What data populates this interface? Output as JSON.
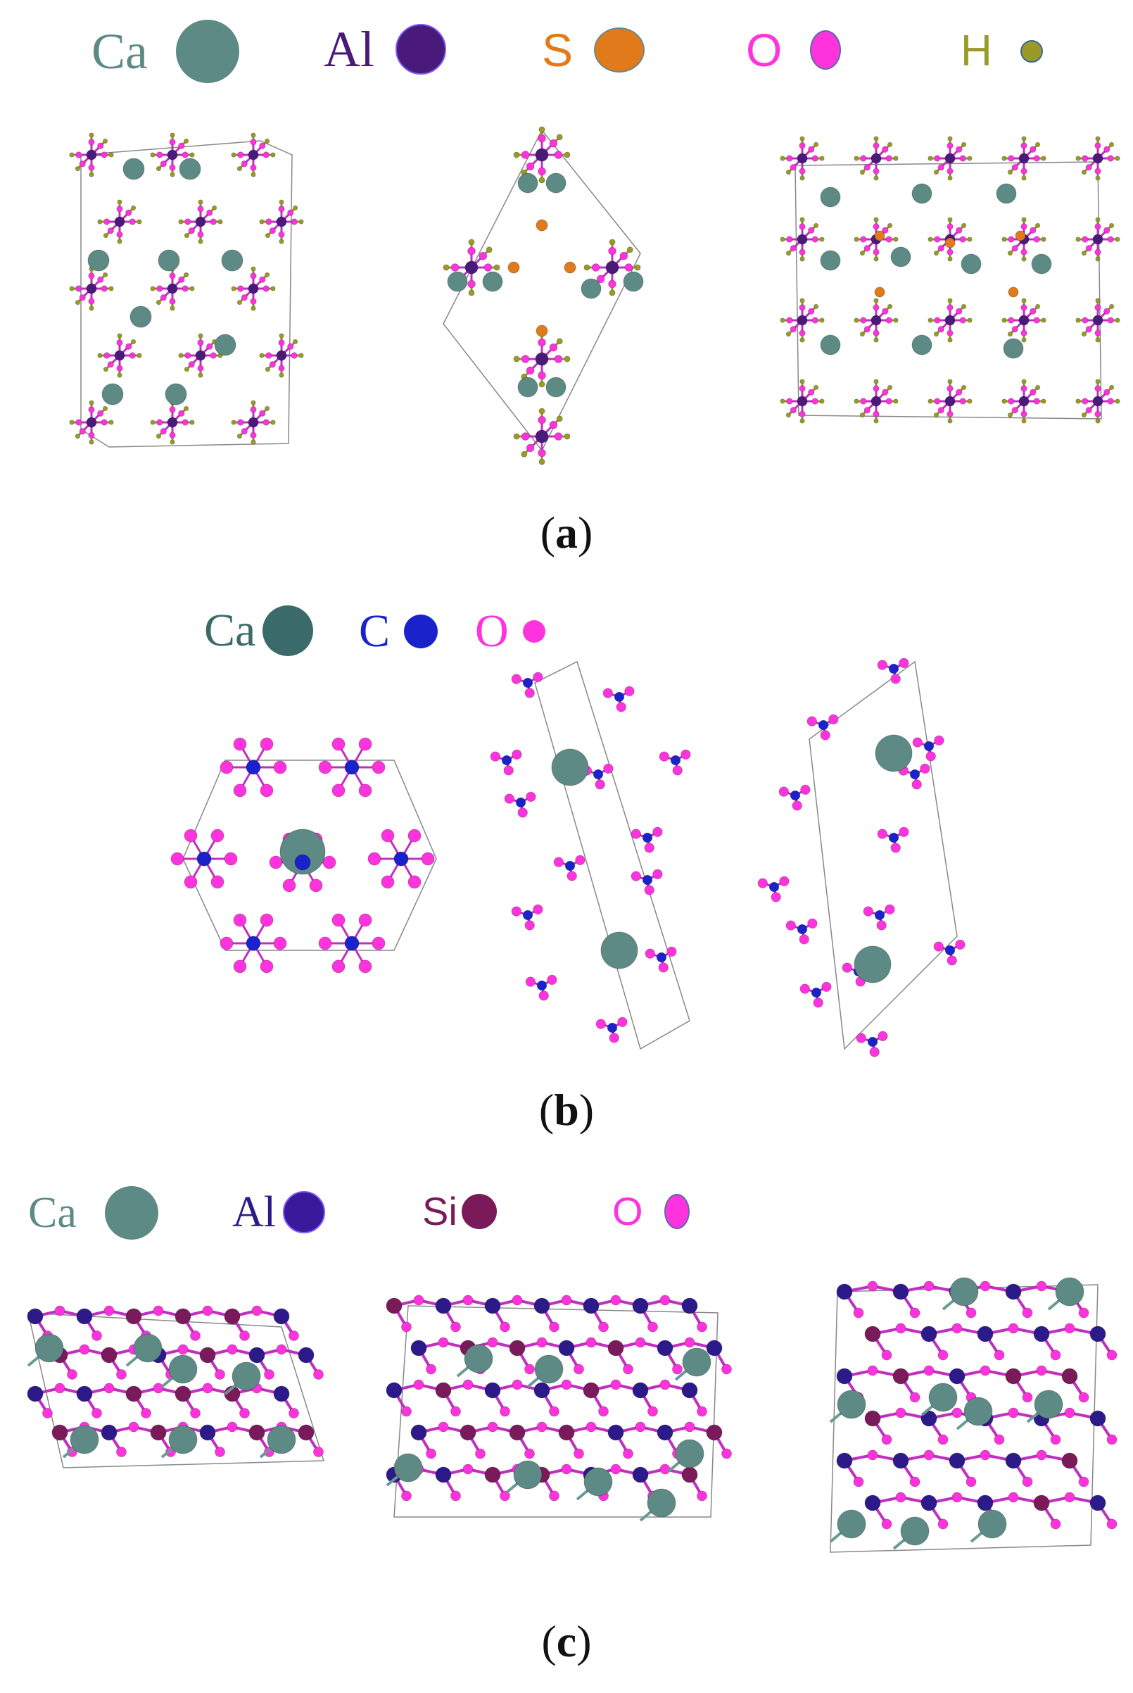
{
  "colors": {
    "ca": "#5d8a85",
    "al_a": "#4a1a7a",
    "al_c": "#2d1a8a",
    "s": "#e07a1a",
    "o": "#ff33dd",
    "h": "#9a9a2a",
    "c": "#1a22cc",
    "si": "#7a1a5a",
    "bond": "#c030c0",
    "cell": "#888888"
  },
  "panel_a": {
    "caption_letter": "a",
    "legend": [
      {
        "symbol": "Ca",
        "key": "ca"
      },
      {
        "symbol": "Al",
        "key": "al_a"
      },
      {
        "symbol": "S",
        "key": "s"
      },
      {
        "symbol": "O",
        "key": "o"
      },
      {
        "symbol": "H",
        "key": "h"
      }
    ]
  },
  "panel_b": {
    "caption_letter": "b",
    "legend": [
      {
        "symbol": "Ca",
        "key": "ca"
      },
      {
        "symbol": "C",
        "key": "c"
      },
      {
        "symbol": "O",
        "key": "o"
      }
    ]
  },
  "panel_c": {
    "caption_letter": "c",
    "legend": [
      {
        "symbol": "Ca",
        "key": "ca"
      },
      {
        "symbol": "Al",
        "key": "al_c"
      },
      {
        "symbol": "Si",
        "key": "si"
      },
      {
        "symbol": "O",
        "key": "o"
      }
    ]
  }
}
